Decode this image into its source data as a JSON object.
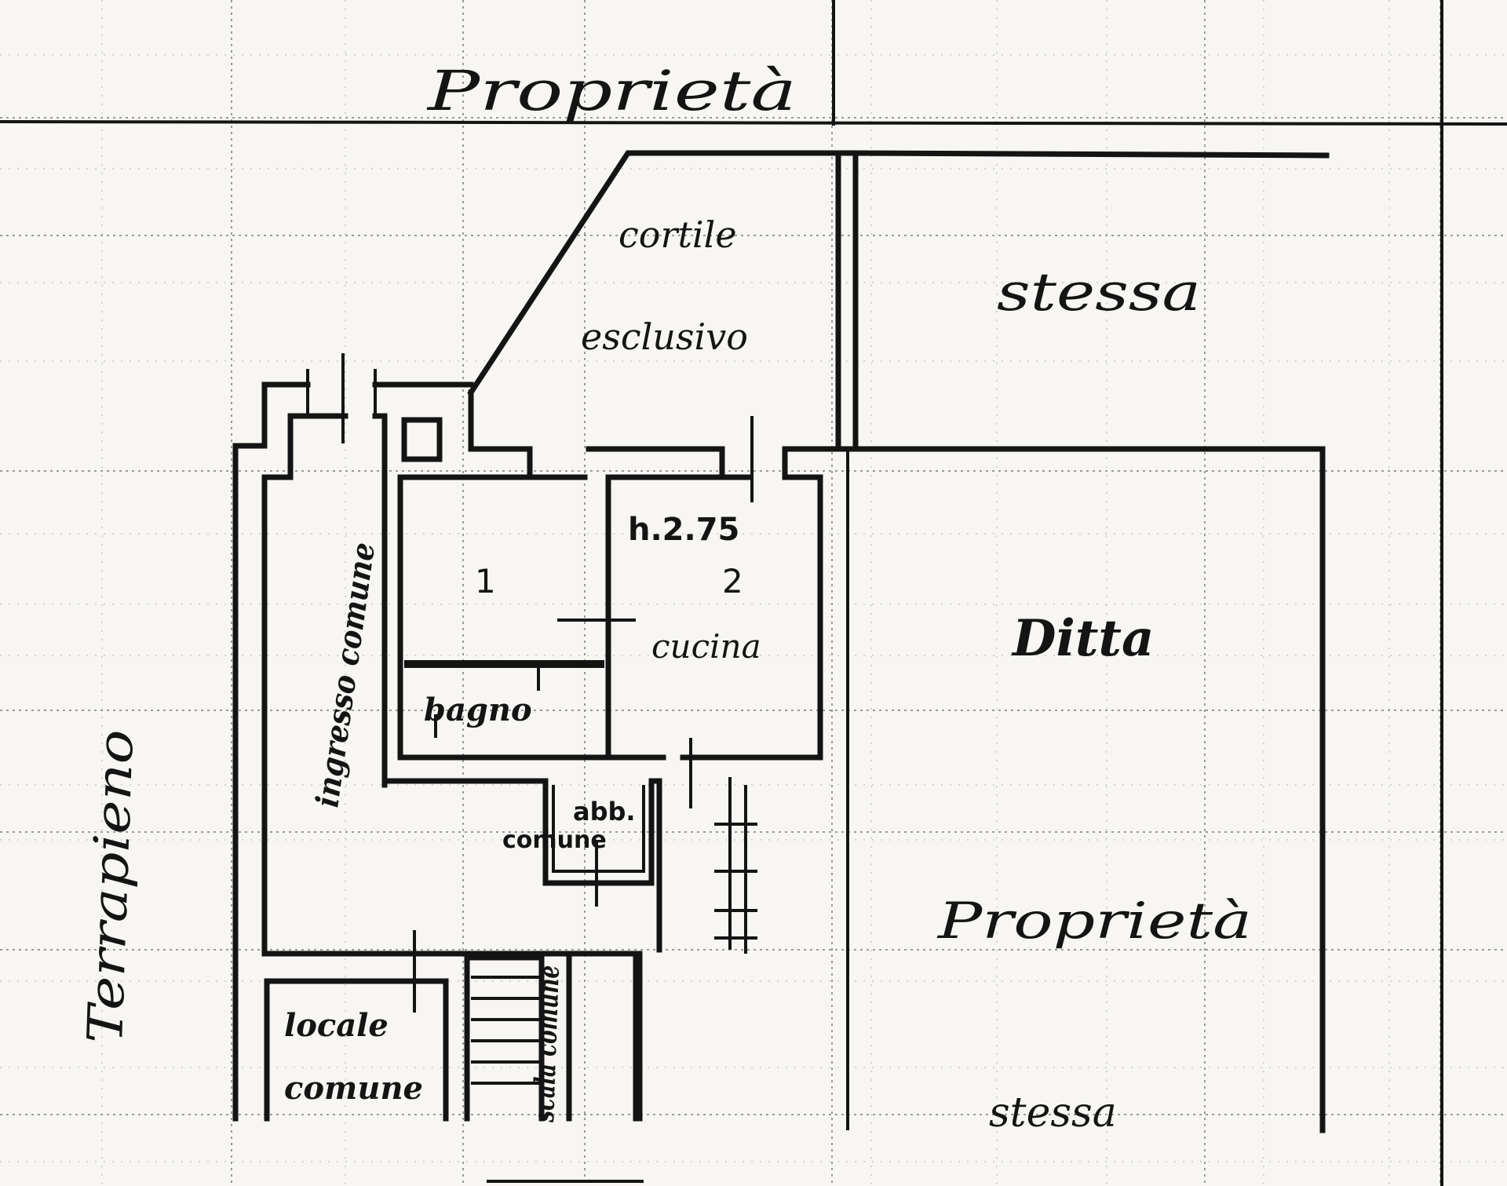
{
  "labels": {
    "proprieta_top": "Proprietà",
    "cortile": "cortile",
    "esclusivo": "esclusivo",
    "stessa_top": "stessa",
    "height_mark": "h.2.75",
    "room_1": "1",
    "room_2": "2",
    "cucina": "cucina",
    "bagno": "bagno",
    "ingresso_comune": "ingresso comune",
    "ditta": "Ditta",
    "proprieta_right": "Proprietà",
    "stessa_bottom": "stessa",
    "terrapieno": "Terrapieno",
    "locale": "locale",
    "comune_locale": "comune",
    "scala_comune": "scala comune",
    "ab_comune_1": "abb.",
    "ab_comune_2": "comune"
  },
  "colors": {
    "paper": "#f7f6f2",
    "ink": "#141414",
    "grid": "#9a9a9a"
  }
}
